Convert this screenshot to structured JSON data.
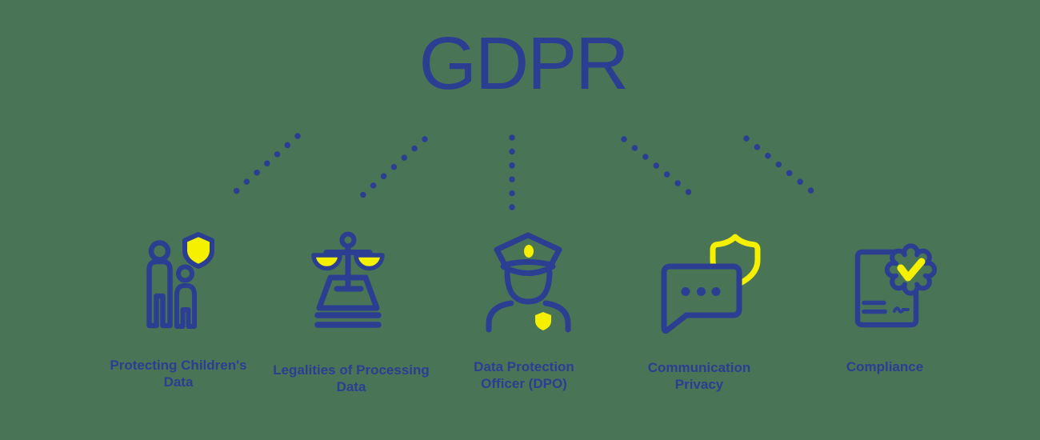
{
  "title": "GDPR",
  "colors": {
    "background": "#4a7456",
    "primary": "#2b3e92",
    "accent": "#f4f000"
  },
  "topics": [
    {
      "label": "Protecting Children's\nData",
      "icon": "family-shield-icon"
    },
    {
      "label": "Legalities of Processing\nData",
      "icon": "justice-scales-icon"
    },
    {
      "label": "Data Protection\nOfficer (DPO)",
      "icon": "police-officer-icon"
    },
    {
      "label": "Communication\nPrivacy",
      "icon": "chat-shield-icon"
    },
    {
      "label": "Compliance",
      "icon": "certificate-check-icon"
    }
  ]
}
